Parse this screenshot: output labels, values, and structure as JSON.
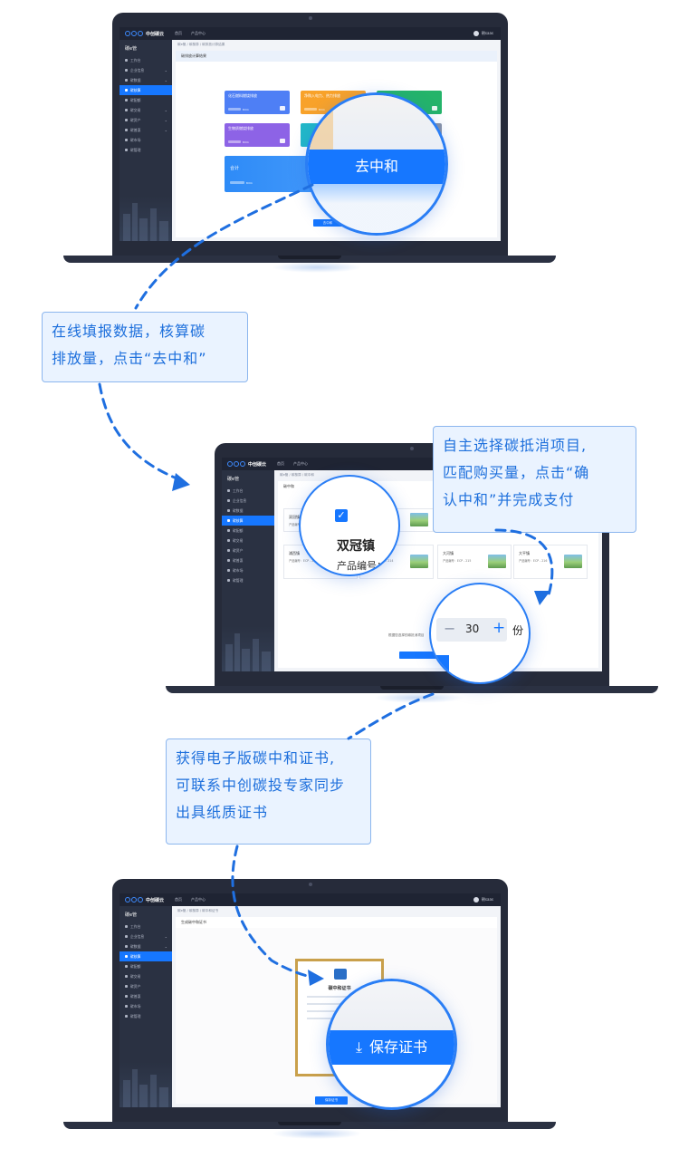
{
  "app": {
    "brand": "中创碳云",
    "nav_home": "首页",
    "nav_products": "产品中心",
    "user_name": "朝saas",
    "sidebar_title": "碳e管"
  },
  "sidebar_items": [
    "工作台",
    "企业信息",
    "碳数据",
    "碳核算",
    "碳配额",
    "碳交易",
    "碳资产",
    "碳普惠",
    "碳市场",
    "碳管理"
  ],
  "screen1": {
    "breadcrumb": "碳e管 / 碳核算 / 碳排放计算结果",
    "card_title": "碳排放计算结果",
    "tiles": [
      {
        "title": "化石燃料燃烧排放",
        "unit": "tCO₂"
      },
      {
        "title": "净购入电力、热力排放",
        "unit": "tCO₂"
      },
      {
        "title": "",
        "unit": ""
      },
      {
        "title": "生物质燃烧排放",
        "unit": "tCO₂"
      },
      {
        "title": "",
        "unit": ""
      },
      {
        "title": "",
        "unit": ""
      }
    ],
    "total_label": "合计",
    "total_unit": "tCO₂",
    "zoom_button": "去中和",
    "small_button": "去中和"
  },
  "callout1": [
    "在线填报数据，核算碳",
    "排放量，点击“去中和”"
  ],
  "screen2": {
    "breadcrumb": "碳e管 / 碳核算 / 碳中和",
    "card_title": "碳中和",
    "products": [
      {
        "name": "双冠镇",
        "code": "产品编号：ECP - 01"
      },
      {
        "name": "",
        "code": "产品编号：ECP - 01"
      },
      {
        "name": "",
        "code": "产品编号：ECP - 202"
      },
      {
        "name": "浦西镇",
        "code": "产品编号：ECP - 213"
      },
      {
        "name": "",
        "code": "产品编号：ECP - 214"
      },
      {
        "name": "大河镇",
        "code": "产品编号：ECP - 215"
      },
      {
        "name": "大平镇",
        "code": "产品编号：ECP - 216"
      }
    ],
    "quantity_prompt": "根据您选择的碳抵消项目",
    "zoom_product_name": "双冠镇",
    "zoom_product_code": "产品编号：E",
    "quantity_value": "30",
    "quantity_unit": "份"
  },
  "callout2": [
    "自主选择碳抵消项目,",
    "匹配购买量，点击“确",
    "认中和”并完成支付"
  ],
  "callout3": [
    "获得电子版碳中和证书,",
    "可联系中创碳投专家同步",
    "出具纸质证书"
  ],
  "screen3": {
    "breadcrumb": "碳e管 / 碳核算 / 碳中和证书",
    "card_title": "生成碳中和证书",
    "cert_title": "碳中和证书",
    "zoom_button": "保存证书",
    "small_button": "保存证书"
  },
  "colors": {
    "primary": "#1677ff",
    "callout_text": "#1d6fdc",
    "callout_bg": "#eaf3ff",
    "laptop": "#262b3a",
    "sidebar": "#2a3142"
  }
}
